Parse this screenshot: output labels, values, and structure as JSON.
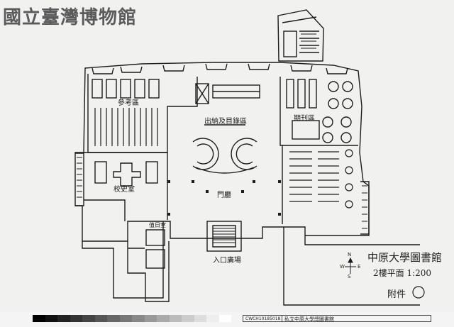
{
  "watermark": {
    "text": "國立臺灣博物館"
  },
  "rooms": {
    "reference": "參考區",
    "circulation": "出納及目錄區",
    "periodicals": "期刊區",
    "history": "校史室",
    "foyer": "門廳",
    "entrance_plaza": "入口廣場",
    "duty_room": "值日室"
  },
  "title_block": {
    "library_name": "中原大學圖書館",
    "floor_scale": "2樓平面 1:200",
    "attachment": "附件"
  },
  "compass": {
    "n": "N",
    "e": "E",
    "w": "W",
    "s": "S"
  },
  "footer": {
    "code": "CWCH10185018",
    "institution": "私立中原大學總圖書館"
  }
}
